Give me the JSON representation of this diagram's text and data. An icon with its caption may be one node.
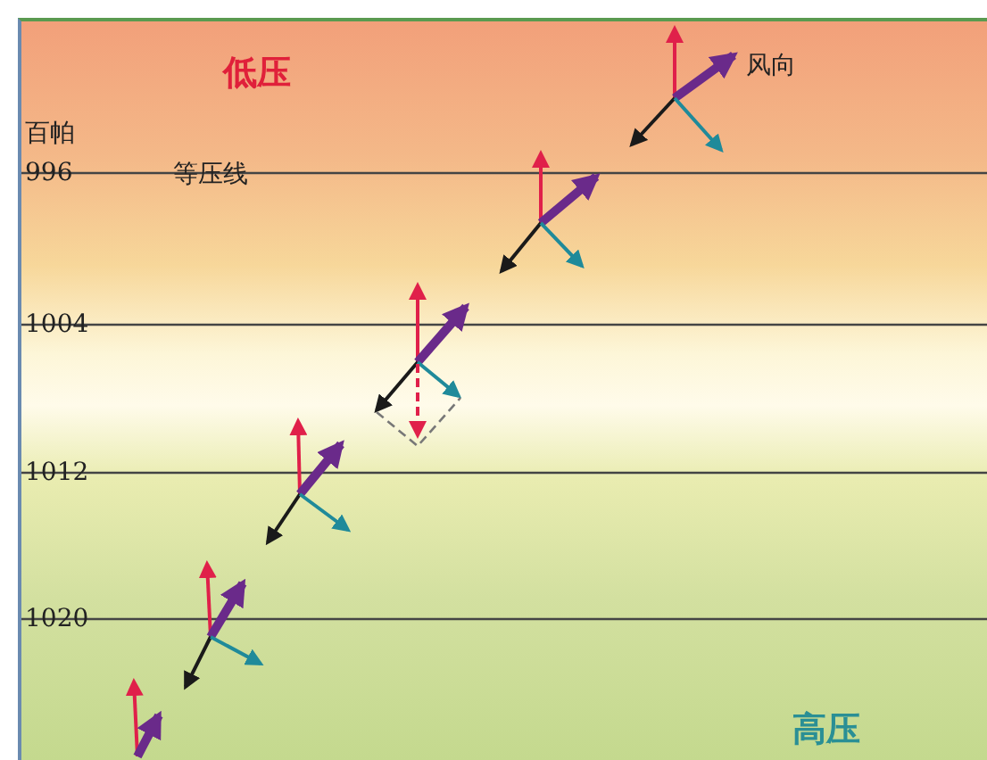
{
  "diagram": {
    "labels": [
      "低压",
      "风向",
      "百帕",
      "996",
      "等压线",
      "1004",
      "1012",
      "1020",
      "高压"
    ]
  }
}
